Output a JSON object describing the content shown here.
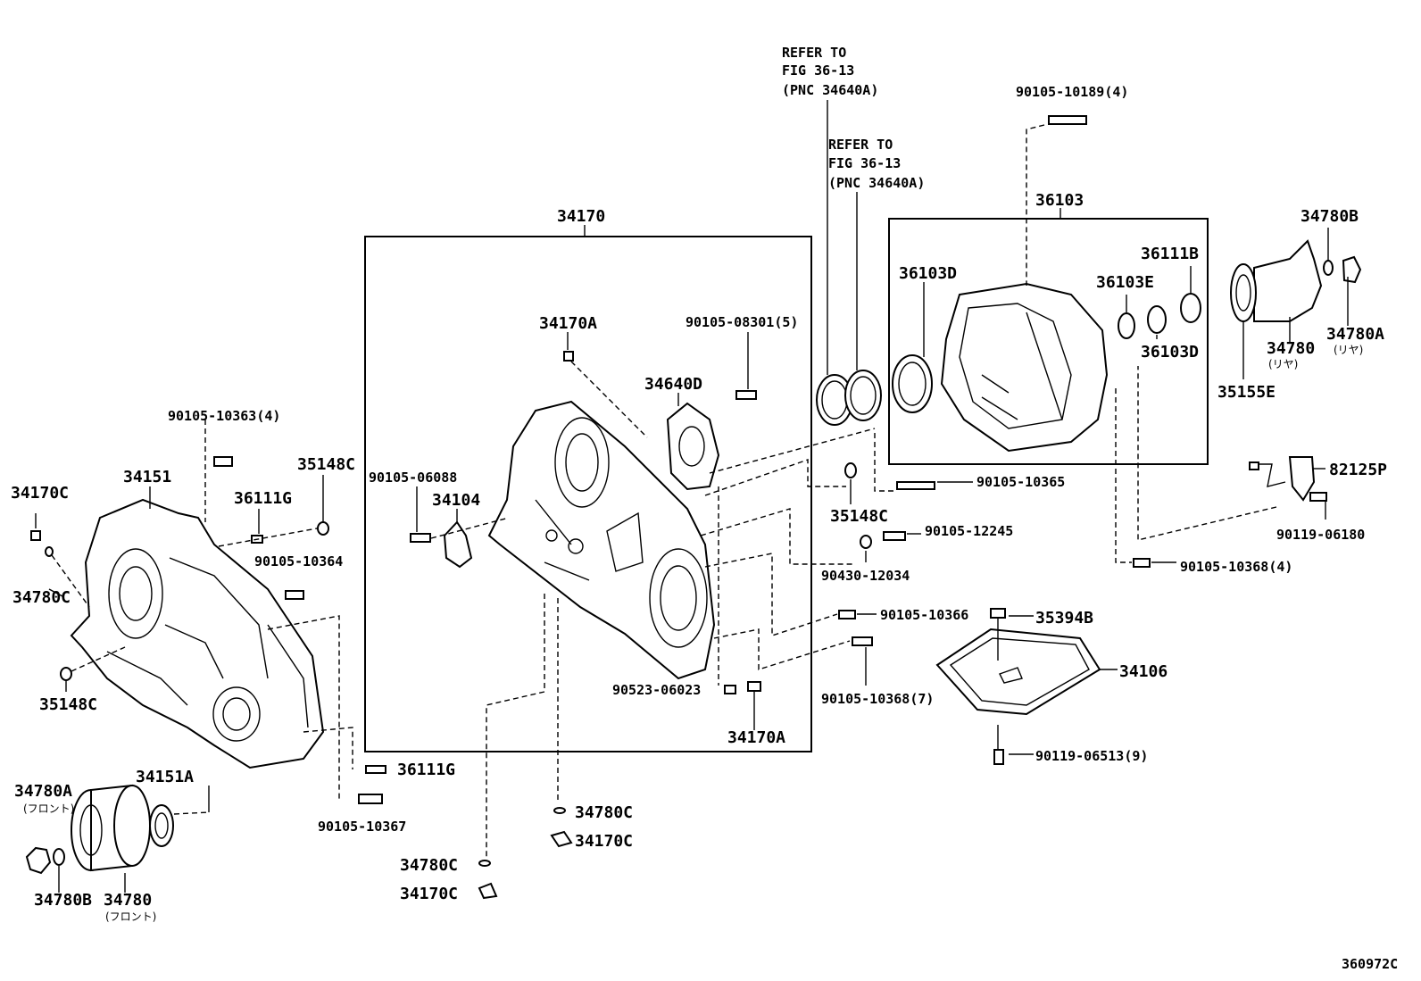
{
  "labels": {
    "l34170": "34170",
    "l36103": "36103",
    "l34170A_top": "34170A",
    "l90105_08301": "90105-08301(5)",
    "l34640D": "34640D",
    "l90105_06088": "90105-06088",
    "l34104": "34104",
    "l90105_10363": "90105-10363(4)",
    "l34151": "34151",
    "l35148C_a": "35148C",
    "l34170C_a": "34170C",
    "l36111G_a": "36111G",
    "l90105_10364": "90105-10364",
    "l34780C_a": "34780C",
    "l35148C_b": "35148C",
    "l34151A": "34151A",
    "l34780A_front": "34780A",
    "l34780B_front": "34780B",
    "l34780_front": "34780",
    "l36111G_b": "36111G",
    "l90105_10367": "90105-10367",
    "l34780C_b": "34780C",
    "l34170C_b": "34170C",
    "l34780C_c": "34780C",
    "l34170C_c": "34170C",
    "l90523_06023": "90523-06023",
    "l34170A_bot": "34170A",
    "l90105_10189": "90105-10189(4)",
    "l36103D_a": "36103D",
    "l36103E": "36103E",
    "l36111B": "36111B",
    "l36103D_b": "36103D",
    "l34780B_rear": "34780B",
    "l34780_rear": "34780",
    "l34780A_rear": "34780A",
    "l35155E": "35155E",
    "l90105_10365": "90105-10365",
    "l35148C_c": "35148C",
    "l90105_12245": "90105-12245",
    "l90430_12034": "90430-12034",
    "l82125P": "82125P",
    "l90119_06180": "90119-06180",
    "l90105_10368_4": "90105-10368(4)",
    "l90105_10366": "90105-10366",
    "l35394B": "35394B",
    "l34106": "34106",
    "l90105_10368_7": "90105-10368(7)",
    "l90119_06513": "90119-06513(9)",
    "fig_code": "360972C"
  },
  "jp": {
    "front_a": "(フロント)",
    "front_b": "(フロント)",
    "rear_a": "(リヤ)",
    "rear_b": "(リヤ)"
  },
  "refer1": {
    "line1": "REFER TO",
    "line2": "FIG 36-13",
    "line3": "(PNC 34640A)"
  },
  "refer2": {
    "line1": "REFER TO",
    "line2": "FIG 36-13",
    "line3": "(PNC 34640A)"
  }
}
